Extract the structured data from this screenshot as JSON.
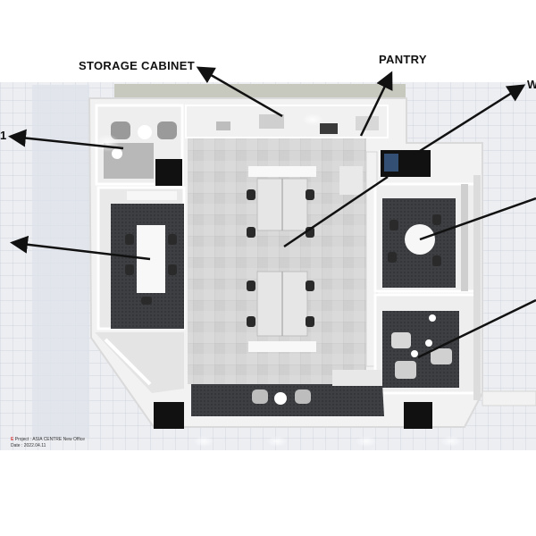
{
  "labels": {
    "storage_cabinet": "STORAGE CABINET",
    "pantry": "PANTRY",
    "cut_right_top": "W",
    "cut_left_1": "1"
  },
  "caption": {
    "mark": "E",
    "project": "Project : ASIA CENTRE New Office",
    "date": "Date : 2022.04.11"
  },
  "colors": {
    "wall": "#f4f4f4",
    "carpet": "#3a3c3f",
    "floor_tile": "#d2d2d2",
    "ground_grid": "#c7ccd6",
    "arrow": "#111111"
  }
}
